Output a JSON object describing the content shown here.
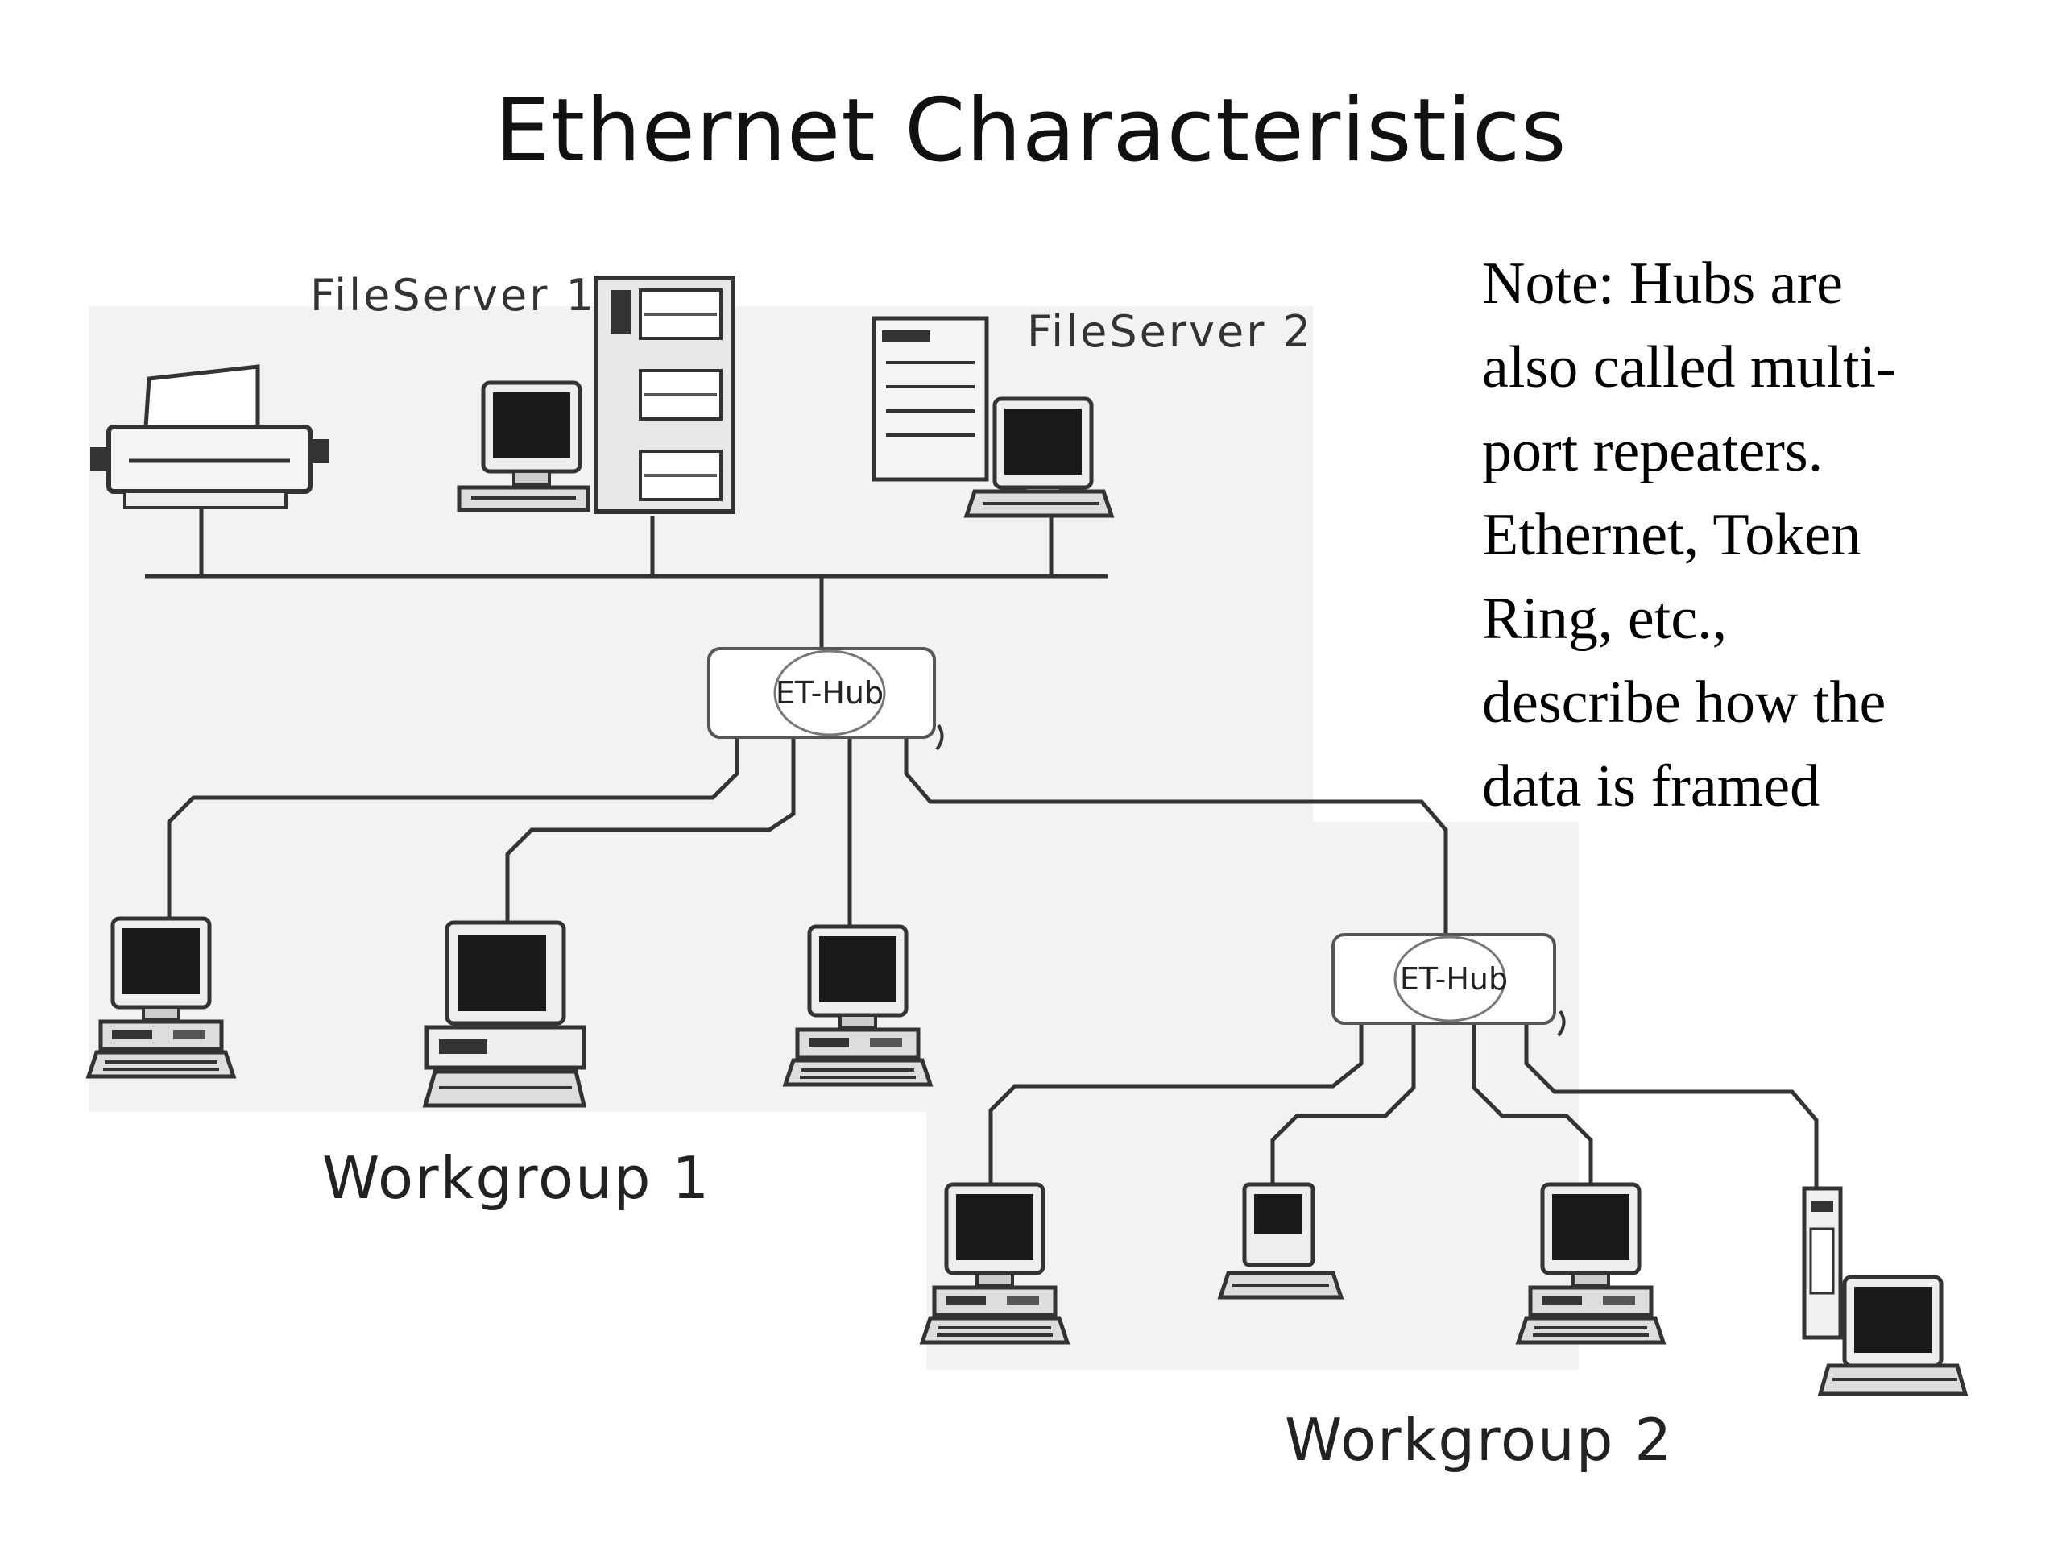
{
  "slide": {
    "title": "Ethernet Characteristics",
    "note": "Note: Hubs are\nalso called multi-\nport repeaters.\nEthernet, Token\nRing, etc.,\ndescribe how the\ndata is framed"
  },
  "diagram": {
    "labels": {
      "fileserver1": "FileServer 1",
      "fileserver2": "FileServer 2",
      "hub1": "ET-Hub",
      "hub2": "ET-Hub",
      "workgroup1": "Workgroup 1",
      "workgroup2": "Workgroup 2"
    },
    "icons": [
      "printer-icon",
      "workstation-icon",
      "tower-server-icon",
      "desktop-server-icon",
      "hub-icon",
      "computer-icon",
      "mac-computer-icon",
      "tower-computer-icon"
    ],
    "colors": {
      "line": "#333333",
      "screen": "#1a1a1a",
      "halftone_bg": "#f2f2f2"
    }
  }
}
